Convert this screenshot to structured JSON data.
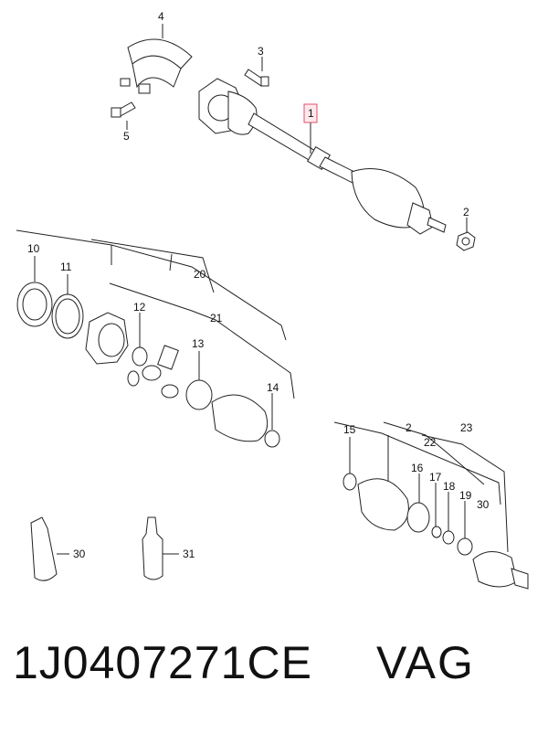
{
  "callouts": {
    "c1": "1",
    "c2": "2",
    "c3": "3",
    "c4": "4",
    "c5": "5",
    "c10": "10",
    "c11": "11",
    "c12": "12",
    "c13": "13",
    "c14": "14",
    "c15": "15",
    "c16": "16",
    "c17": "17",
    "c18": "18",
    "c19": "19",
    "c20": "20",
    "c21": "21",
    "c22": "22",
    "c2b": "2",
    "c23": "23",
    "c30a": "30",
    "c30b": "30",
    "c31": "31"
  },
  "highlight_color": "#e0516a",
  "footer": {
    "part_number": "1J0407271CE",
    "brand": "VAG"
  }
}
